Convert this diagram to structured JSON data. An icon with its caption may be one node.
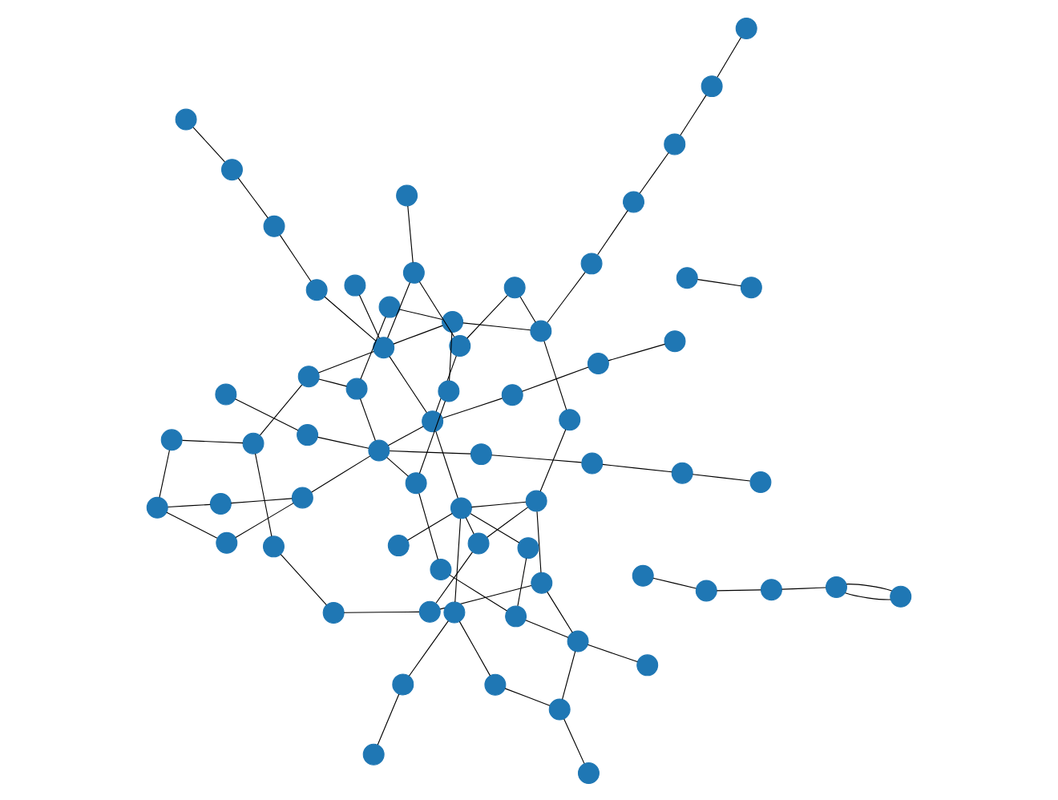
{
  "diagram": {
    "nodes": [
      {
        "text": [],
        "shape": "circle"
      },
      {
        "text": [],
        "shape": "circle"
      },
      {
        "text": [],
        "shape": "circle"
      },
      {
        "text": [],
        "shape": "circle"
      },
      {
        "text": [],
        "shape": "circle"
      },
      {
        "text": [],
        "shape": "circle"
      },
      {
        "text": [],
        "shape": "circle"
      },
      {
        "text": [],
        "shape": "circle"
      },
      {
        "text": [],
        "shape": "circle"
      },
      {
        "text": [],
        "shape": "circle"
      },
      {
        "text": [],
        "shape": "circle"
      },
      {
        "text": [],
        "shape": "circle"
      },
      {
        "text": [],
        "shape": "circle"
      },
      {
        "text": [],
        "shape": "circle"
      },
      {
        "text": [],
        "shape": "circle"
      },
      {
        "text": [],
        "shape": "circle"
      },
      {
        "text": [],
        "shape": "circle"
      },
      {
        "text": [],
        "shape": "circle"
      },
      {
        "text": [],
        "shape": "circle"
      },
      {
        "text": [],
        "shape": "circle"
      },
      {
        "text": [],
        "shape": "circle"
      },
      {
        "text": [],
        "shape": "circle"
      },
      {
        "text": [],
        "shape": "circle"
      },
      {
        "text": [],
        "shape": "circle"
      },
      {
        "text": [],
        "shape": "circle"
      },
      {
        "text": [],
        "shape": "circle"
      },
      {
        "text": [],
        "shape": "circle"
      },
      {
        "text": [],
        "shape": "circle"
      },
      {
        "text": [],
        "shape": "circle"
      },
      {
        "text": [],
        "shape": "circle"
      },
      {
        "text": [],
        "shape": "circle"
      },
      {
        "text": [],
        "shape": "circle"
      },
      {
        "text": [],
        "shape": "circle"
      },
      {
        "text": [],
        "shape": "circle"
      },
      {
        "text": [],
        "shape": "circle"
      },
      {
        "text": [],
        "shape": "circle"
      },
      {
        "text": [],
        "shape": "circle"
      },
      {
        "text": [],
        "shape": "circle"
      },
      {
        "text": [],
        "shape": "circle"
      },
      {
        "text": [],
        "shape": "circle"
      },
      {
        "text": [],
        "shape": "circle"
      },
      {
        "text": [],
        "shape": "circle"
      },
      {
        "text": [],
        "shape": "circle"
      },
      {
        "text": [],
        "shape": "circle"
      },
      {
        "text": [],
        "shape": "circle"
      },
      {
        "text": [],
        "shape": "circle"
      },
      {
        "text": [],
        "shape": "circle"
      },
      {
        "text": [],
        "shape": "circle"
      },
      {
        "text": [],
        "shape": "circle"
      },
      {
        "text": [],
        "shape": "circle"
      },
      {
        "text": [],
        "shape": "circle"
      },
      {
        "text": [],
        "shape": "circle"
      },
      {
        "text": [],
        "shape": "circle"
      },
      {
        "text": [],
        "shape": "circle"
      },
      {
        "text": [],
        "shape": "circle"
      },
      {
        "text": [],
        "shape": "circle"
      },
      {
        "text": [],
        "shape": "circle"
      },
      {
        "text": [],
        "shape": "circle"
      },
      {
        "text": [],
        "shape": "circle"
      },
      {
        "text": [],
        "shape": "circle"
      },
      {
        "text": [],
        "shape": "circle"
      },
      {
        "text": [],
        "shape": "circle"
      },
      {
        "text": [],
        "shape": "circle"
      },
      {
        "text": [],
        "shape": "circle"
      },
      {
        "text": [],
        "shape": "circle"
      },
      {
        "text": [],
        "shape": "circle"
      }
    ],
    "edges": [
      {
        "from": 0,
        "to": 40,
        "arrow": "none"
      },
      {
        "from": 0,
        "to": 39,
        "arrow": "none"
      },
      {
        "from": 0,
        "to": 36,
        "arrow": "none"
      },
      {
        "from": 0,
        "to": 57,
        "arrow": "none"
      },
      {
        "from": 1,
        "to": 55,
        "arrow": "none"
      },
      {
        "from": 1,
        "to": 12,
        "arrow": "none"
      },
      {
        "from": 2,
        "to": 37,
        "arrow": "none"
      },
      {
        "from": 2,
        "to": 58,
        "arrow": "none"
      },
      {
        "from": 2,
        "to": 9,
        "arrow": "none"
      },
      {
        "from": 3,
        "to": 57,
        "arrow": "none"
      },
      {
        "from": 5,
        "to": 47,
        "arrow": "none"
      },
      {
        "from": 6,
        "to": 59,
        "arrow": "none"
      },
      {
        "from": 9,
        "to": 56,
        "arrow": "none"
      },
      {
        "from": 10,
        "to": 54,
        "arrow": "none"
      },
      {
        "from": 11,
        "to": 53,
        "arrow": "none"
      },
      {
        "from": 9,
        "to": 50,
        "arrow": "none"
      },
      {
        "from": 12,
        "to": 40,
        "arrow": "none"
      },
      {
        "from": 13,
        "to": 60,
        "arrow": "none"
      },
      {
        "from": 12,
        "to": 3,
        "arrow": "none"
      },
      {
        "from": 14,
        "to": 62,
        "arrow": "none"
      },
      {
        "from": 15,
        "to": 63,
        "arrow": "none"
      },
      {
        "from": 16,
        "to": 64,
        "arrow": "none"
      },
      {
        "from": 17,
        "to": 65,
        "arrow": "none"
      },
      {
        "from": 18,
        "to": 61,
        "arrow": "none"
      },
      {
        "from": 19,
        "to": 57,
        "arrow": "none"
      },
      {
        "from": 14,
        "to": 55,
        "arrow": "none"
      },
      {
        "from": 15,
        "to": 47,
        "arrow": "none"
      },
      {
        "from": 20,
        "to": 40,
        "arrow": "none"
      },
      {
        "from": 21,
        "to": 54,
        "arrow": "none"
      },
      {
        "from": 22,
        "to": 60,
        "arrow": "none"
      },
      {
        "from": 23,
        "to": 59,
        "arrow": "none"
      },
      {
        "from": 24,
        "to": 39,
        "arrow": "none"
      },
      {
        "from": 24,
        "to": 50,
        "arrow": "none"
      },
      {
        "from": 25,
        "to": 0,
        "arrow": "none"
      },
      {
        "from": 26,
        "to": 2,
        "arrow": "none"
      },
      {
        "from": 27,
        "to": 45,
        "arrow": "none"
      },
      {
        "from": 28,
        "to": 7,
        "arrow": "none"
      },
      {
        "from": 29,
        "to": 16,
        "arrow": "none"
      },
      {
        "from": 30,
        "to": 11,
        "arrow": "none"
      },
      {
        "from": 41,
        "to": 36,
        "arrow": "none"
      },
      {
        "from": 42,
        "to": 38,
        "arrow": "none"
      },
      {
        "from": 43,
        "to": 34,
        "arrow": "none"
      },
      {
        "from": 44,
        "to": 39,
        "arrow": "none"
      },
      {
        "from": 45,
        "to": 40,
        "arrow": "none"
      },
      {
        "from": 46,
        "to": 37,
        "arrow": "none"
      },
      {
        "from": 41,
        "to": 31,
        "arrow": "none"
      },
      {
        "from": 47,
        "to": 40,
        "arrow": "none"
      },
      {
        "from": 48,
        "to": 39,
        "arrow": "none"
      },
      {
        "from": 49,
        "to": 35,
        "arrow": "none"
      },
      {
        "from": 50,
        "to": 33,
        "arrow": "none"
      },
      {
        "from": 51,
        "to": 58,
        "arrow": "none"
      },
      {
        "from": 52,
        "to": 59,
        "arrow": "none"
      },
      {
        "from": 53,
        "to": 20,
        "arrow": "none"
      },
      {
        "from": 54,
        "to": 21,
        "arrow": "none"
      },
      {
        "from": 55,
        "to": 57,
        "arrow": "none"
      },
      {
        "from": 55,
        "to": 59,
        "arrow": "none"
      },
      {
        "from": 56,
        "to": 24,
        "arrow": "none"
      },
      {
        "from": 56,
        "to": 23,
        "arrow": "none"
      },
      {
        "from": 56,
        "to": 39,
        "arrow": "none"
      },
      {
        "from": 57,
        "to": 4,
        "arrow": "none"
      },
      {
        "from": 57,
        "to": 41,
        "arrow": "none"
      },
      {
        "from": 58,
        "to": 8,
        "arrow": "none"
      },
      {
        "from": 60,
        "to": 3,
        "arrow": "none"
      },
      {
        "from": 61,
        "to": 39,
        "arrow": "none"
      },
      {
        "from": 62,
        "to": 40,
        "arrow": "none"
      },
      {
        "from": 63,
        "to": 22,
        "arrow": "none"
      },
      {
        "from": 64,
        "to": 19,
        "arrow": "none"
      },
      {
        "from": 65,
        "to": 25,
        "arrow": "none"
      },
      {
        "from": 61,
        "to": 51,
        "arrow": "none"
      },
      {
        "from": 62,
        "to": 46,
        "arrow": "none"
      },
      {
        "from": 63,
        "to": 5,
        "arrow": "none"
      },
      {
        "from": 32,
        "to": 18,
        "arrow": "none"
      },
      {
        "from": 33,
        "to": 13,
        "arrow": "none"
      },
      {
        "from": 34,
        "to": 10,
        "arrow": "none"
      },
      {
        "from": 35,
        "to": 6,
        "arrow": "none"
      },
      {
        "from": 36,
        "to": 52,
        "arrow": "none"
      },
      {
        "from": 37,
        "to": 48,
        "arrow": "none"
      },
      {
        "from": 38,
        "to": 49,
        "arrow": "none"
      }
    ]
  }
}
